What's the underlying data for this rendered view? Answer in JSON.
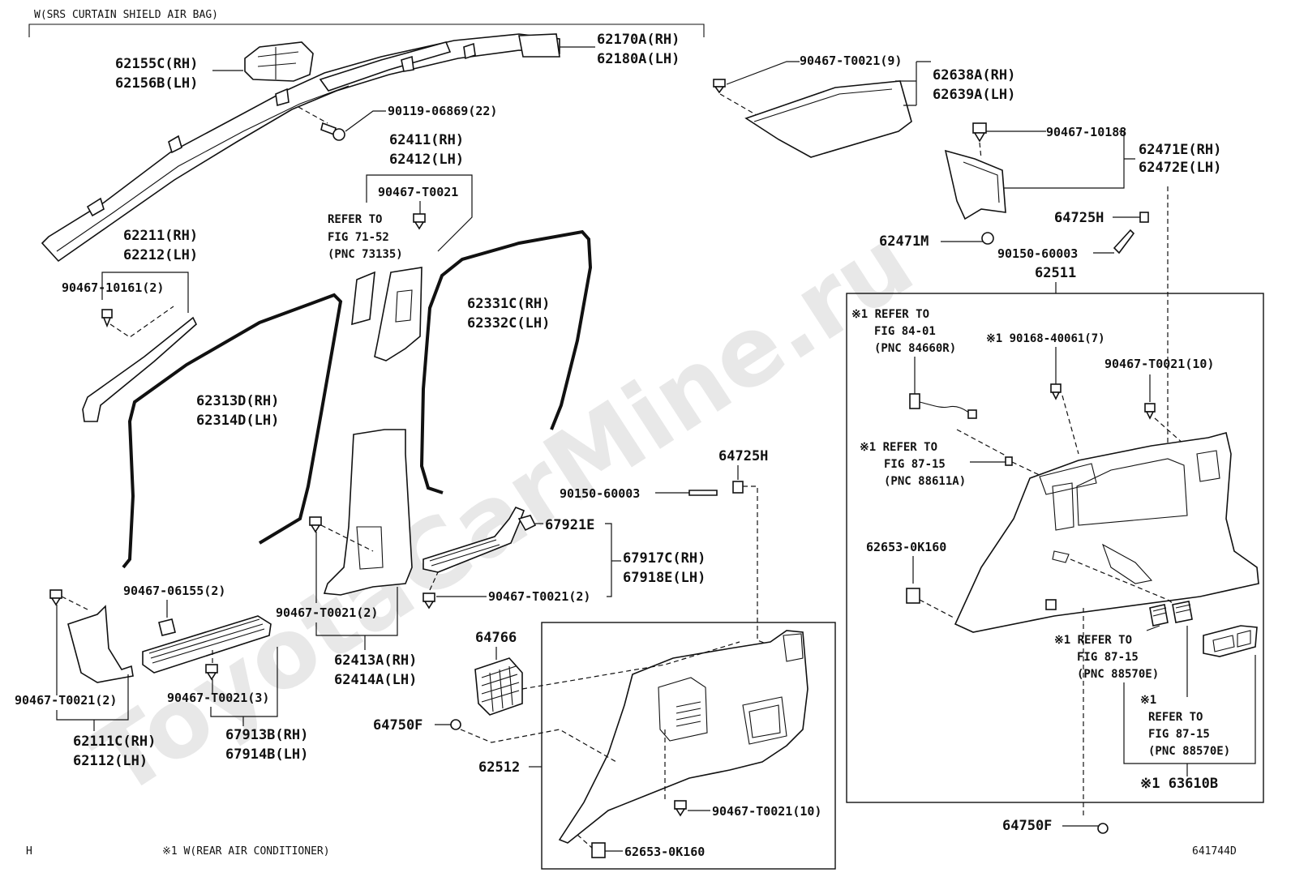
{
  "header": {
    "title": "W(SRS CURTAIN SHIELD AIR BAG)"
  },
  "watermark": "ToyotaCarMine.ru",
  "labels": {
    "l62155": [
      "62155C(RH)",
      "62156B(LH)"
    ],
    "l62170": [
      "62170A(RH)",
      "62180A(LH)"
    ],
    "l90119": "90119-06869(22)",
    "l62411": [
      "62411(RH)",
      "62412(LH)"
    ],
    "l90467_t0021_a": "90467-T0021",
    "refer_71": [
      "REFER TO",
      "FIG 71-52",
      "(PNC 73135)"
    ],
    "l62211": [
      "62211(RH)",
      "62212(LH)"
    ],
    "l90467_10161": "90467-10161(2)",
    "l62331": [
      "62331C(RH)",
      "62332C(LH)"
    ],
    "l62313": [
      "62313D(RH)",
      "62314D(LH)"
    ],
    "l90467_t0021_9": "90467-T0021(9)",
    "l62638": [
      "62638A(RH)",
      "62639A(LH)"
    ],
    "l90467_10188": "90467-10188",
    "l62471e": [
      "62471E(RH)",
      "62472E(LH)"
    ],
    "l64725h_a": "64725H",
    "l62471m": "62471M",
    "l90150_a": "90150-60003",
    "l62511": "62511",
    "refer_84": [
      "※1 REFER TO",
      "FIG 84-01",
      "(PNC 84660R)"
    ],
    "l90168": "※1 90168-40061(7)",
    "l90467_t0021_10a": "90467-T0021(10)",
    "refer_87a": [
      "※1 REFER TO",
      "FIG 87-15",
      "(PNC 88611A)"
    ],
    "l62653_a": "62653-0K160",
    "l64725h_b": "64725H",
    "l90150_b": "90150-60003",
    "l67921e": "67921E",
    "l67917": [
      "67917C(RH)",
      "67918E(LH)"
    ],
    "l90467_t0021_2a": "90467-T0021(2)",
    "l90467_06155": "90467-06155(2)",
    "l90467_t0021_2b": "90467-T0021(2)",
    "l62413": [
      "62413A(RH)",
      "62414A(LH)"
    ],
    "l90467_t0021_2c": "90467-T0021(2)",
    "l90467_t0021_3": "90467-T0021(3)",
    "l62111": [
      "62111C(RH)",
      "62112(LH)"
    ],
    "l67913": [
      "67913B(RH)",
      "67914B(LH)"
    ],
    "l64766": "64766",
    "l64750f_a": "64750F",
    "l62512": "62512",
    "l90467_t0021_10b": "90467-T0021(10)",
    "l62653_b": "62653-0K160",
    "refer_87b": [
      "※1 REFER TO",
      "FIG 87-15",
      "(PNC 88570E)"
    ],
    "refer_87c": [
      "※1",
      "REFER TO",
      "FIG 87-15",
      "(PNC 88570E)"
    ],
    "l63610b": "※1 63610B",
    "l64750f_b": "64750F"
  },
  "footer": {
    "left_code": "H",
    "note": "※1 W(REAR AIR CONDITIONER)",
    "figure_id": "641744D"
  }
}
